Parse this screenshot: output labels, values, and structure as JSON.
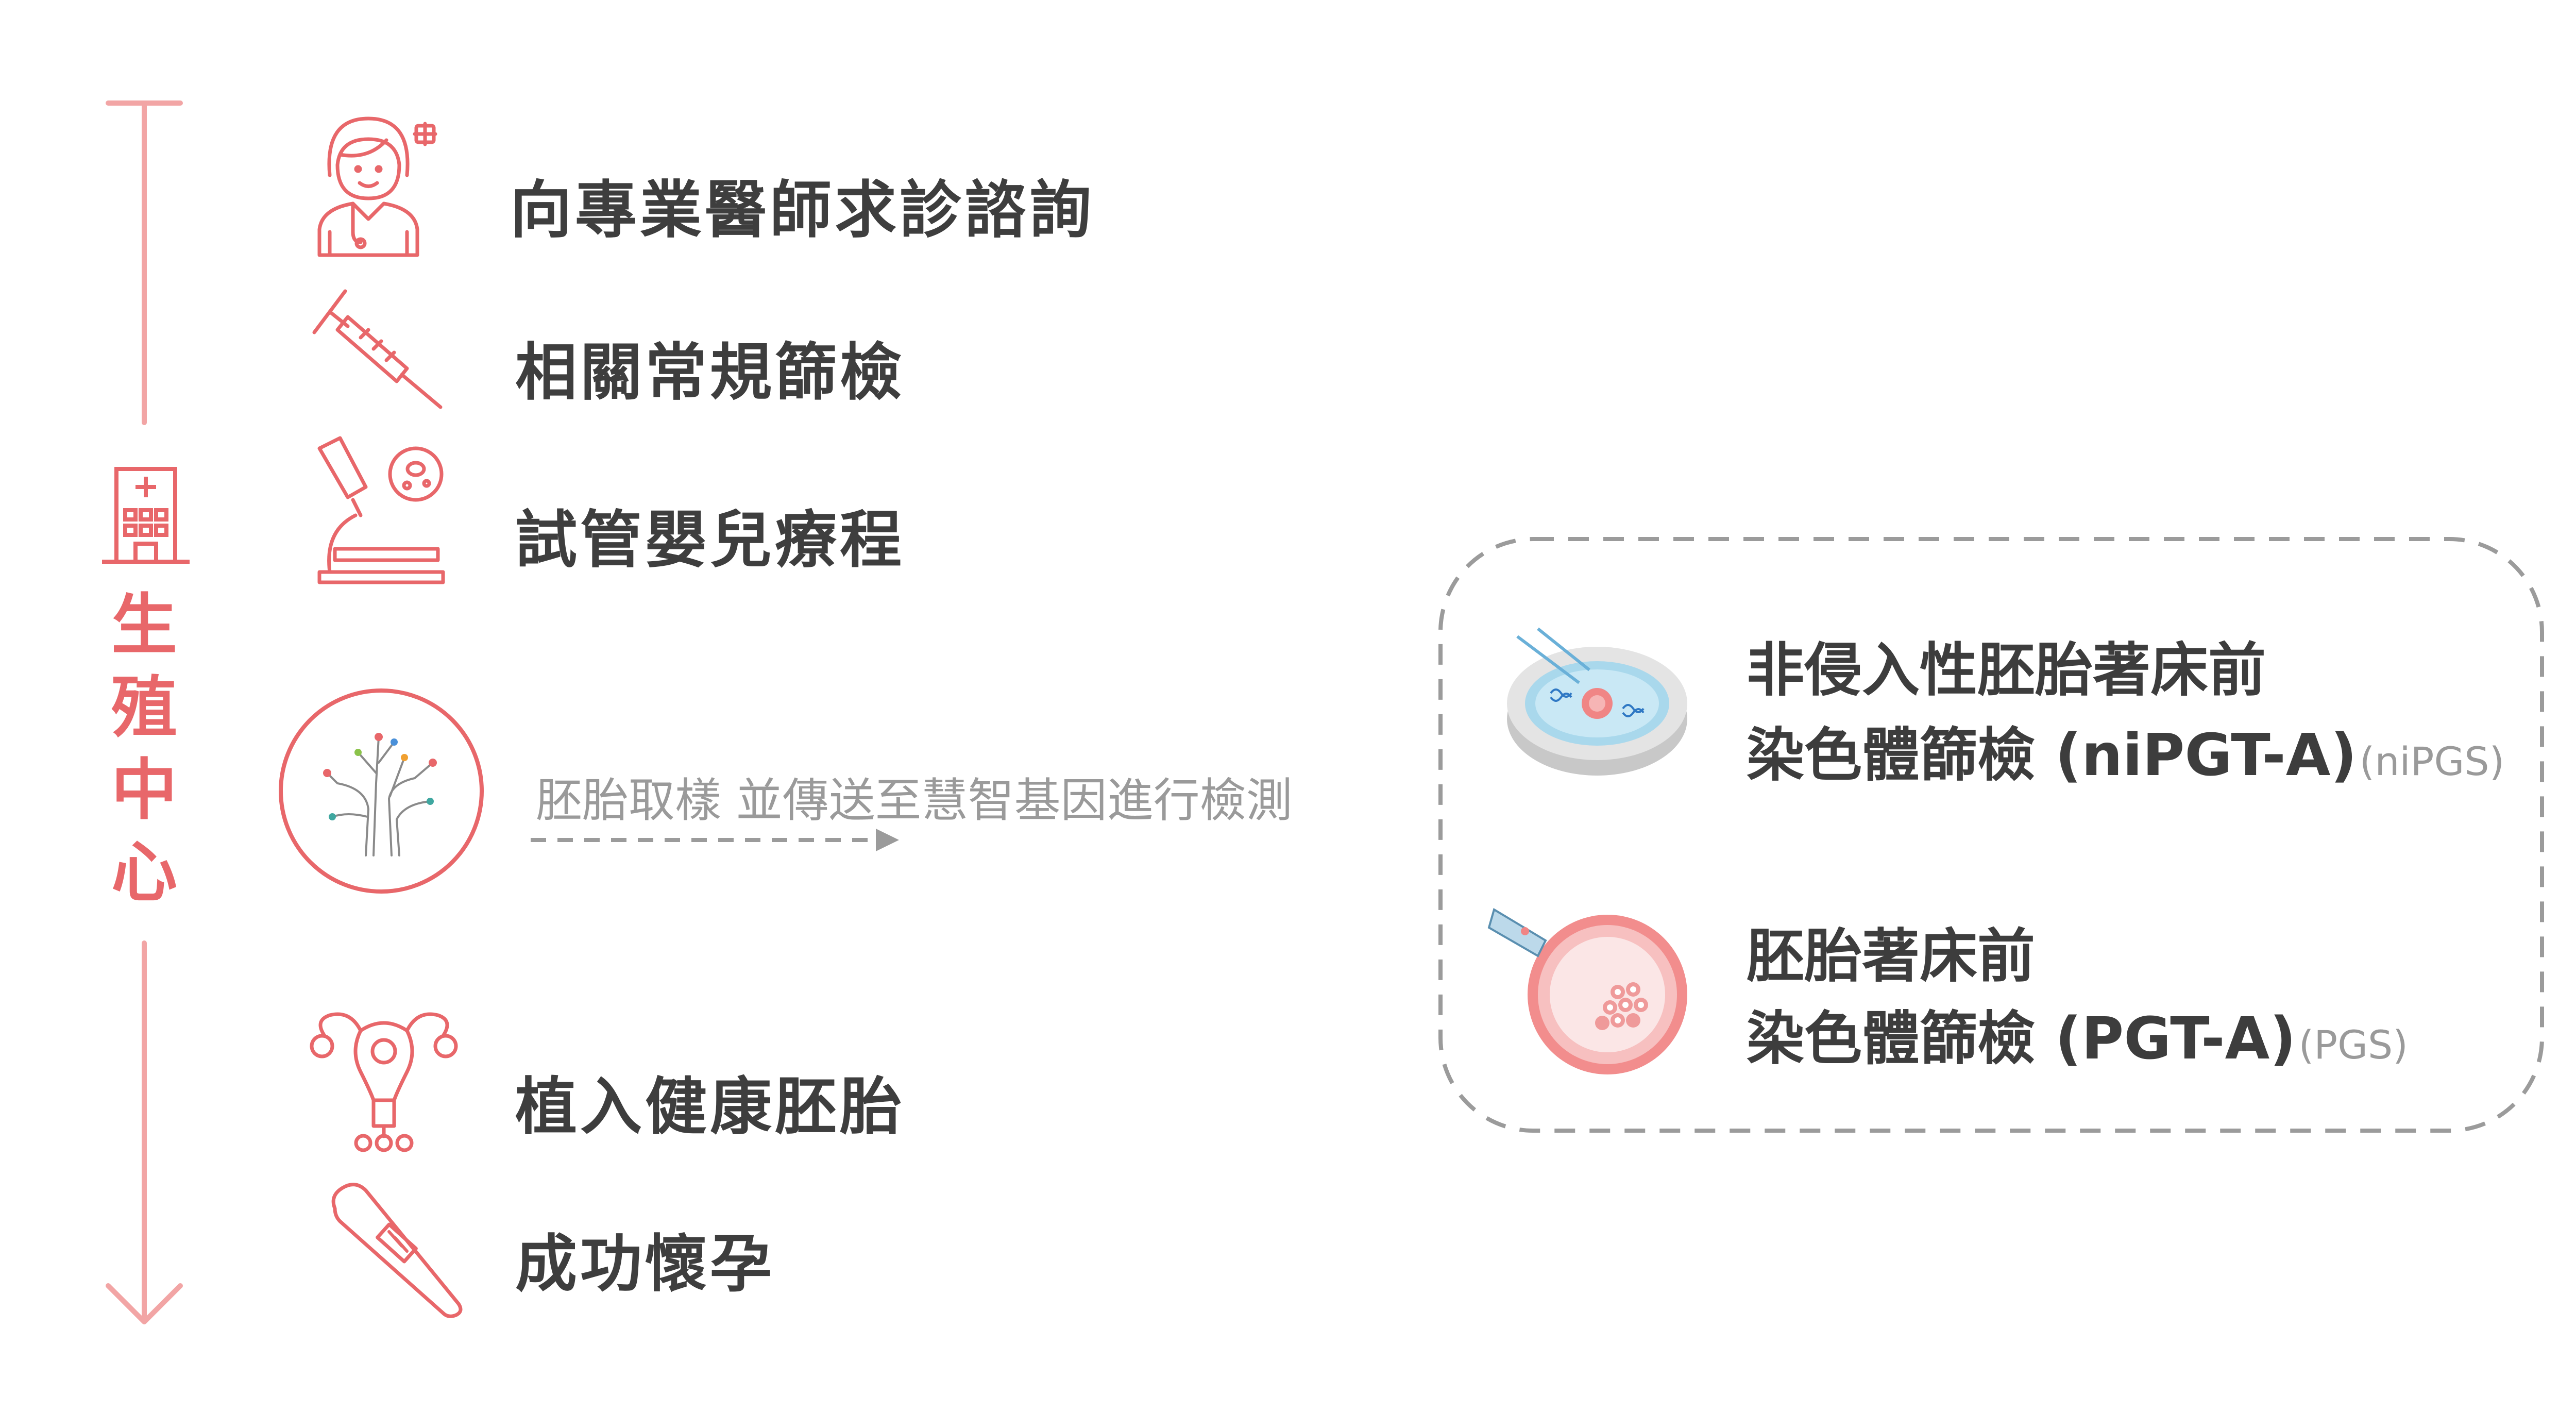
{
  "colors": {
    "accent": "#e8676a",
    "accent_light": "#f2a5a5",
    "text": "#3d3d3d",
    "muted": "#9a9a9a",
    "dashed": "#9b9b9b"
  },
  "center": {
    "label_chars": [
      "生",
      "殖",
      "中",
      "心"
    ],
    "icon": "hospital-icon"
  },
  "steps": [
    {
      "label": "向專業醫師求診諮詢",
      "icon": "doctor-icon"
    },
    {
      "label": "相關常規篩檢",
      "icon": "syringe-icon"
    },
    {
      "label": "試管嬰兒療程",
      "icon": "microscope-icon"
    },
    {
      "label": "植入健康胚胎",
      "icon": "uterus-icon"
    },
    {
      "label": "成功懷孕",
      "icon": "thermometer-icon"
    }
  ],
  "lab": {
    "icon": "gene-tree-icon",
    "flow_label": "胚胎取樣 並傳送至慧智基因進行檢測"
  },
  "tests": [
    {
      "line1": "非侵入性胚胎著床前",
      "line2": "染色體篩檢 (niPGT-A)",
      "abbr": "(niPGS)",
      "icon": "petri-dish-icon"
    },
    {
      "line1": "胚胎著床前",
      "line2": "染色體篩檢 (PGT-A)",
      "abbr": "(PGS)",
      "icon": "embryo-biopsy-icon"
    }
  ]
}
